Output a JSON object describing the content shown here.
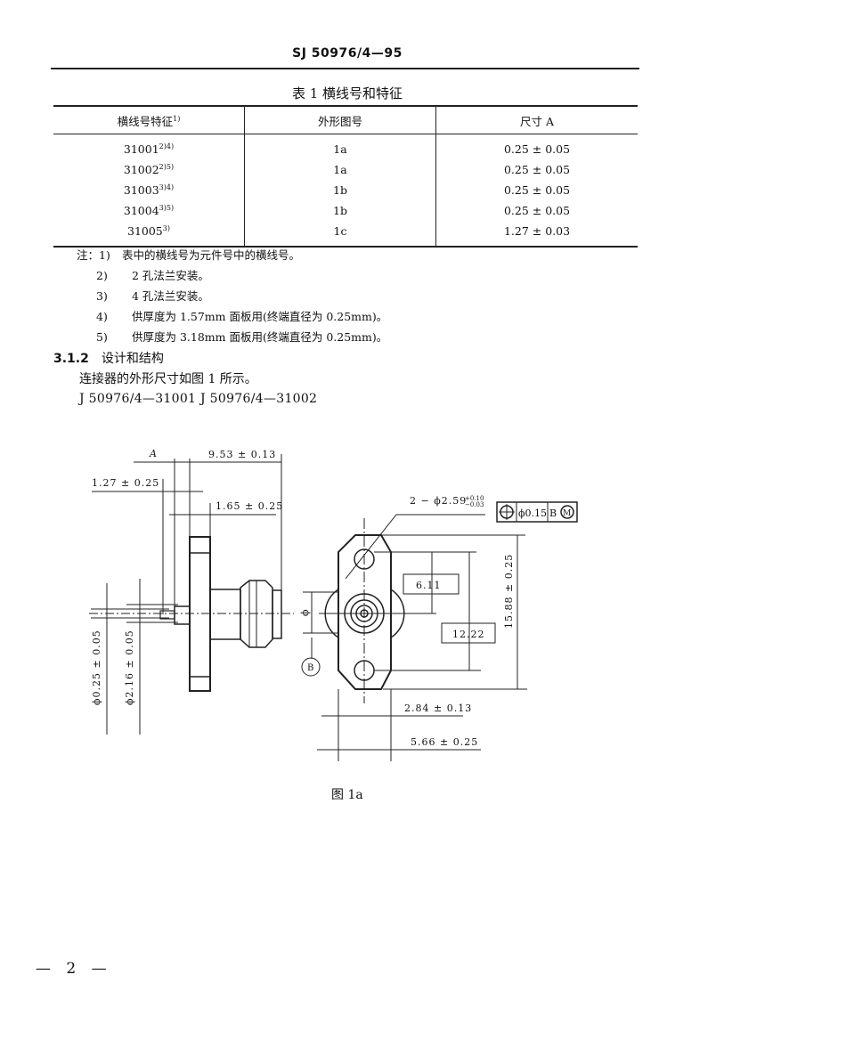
{
  "header": {
    "standard_number": "SJ 50976/4—95"
  },
  "table1": {
    "caption": "表 1   横线号和特征",
    "columns": [
      {
        "label": "横线号特征",
        "sup": "1)"
      },
      {
        "label": "外形图号",
        "sup": ""
      },
      {
        "label": "尺寸 A",
        "sup": ""
      }
    ],
    "rows": [
      {
        "code": "31001",
        "sup": "2)4)",
        "figure": "1a",
        "dim_a": "0.25 ± 0.05"
      },
      {
        "code": "31002",
        "sup": "2)5)",
        "figure": "1a",
        "dim_a": "0.25 ± 0.05"
      },
      {
        "code": "31003",
        "sup": "3)4)",
        "figure": "1b",
        "dim_a": "0.25 ± 0.05"
      },
      {
        "code": "31004",
        "sup": "3)5)",
        "figure": "1b",
        "dim_a": "0.25 ± 0.05"
      },
      {
        "code": "31005",
        "sup": "3)",
        "figure": "1c",
        "dim_a": "1.27 ± 0.03"
      }
    ]
  },
  "notes": {
    "prefix": "注：",
    "items": [
      {
        "num": "1)",
        "text": "表中的横线号为元件号中的横线号。"
      },
      {
        "num": "2)",
        "text": "2 孔法兰安装。"
      },
      {
        "num": "3)",
        "text": "4 孔法兰安装。"
      },
      {
        "num": "4)",
        "text": "供厚度为 1.57mm 面板用(终端直径为 0.25mm)。"
      },
      {
        "num": "5)",
        "text": "供厚度为 3.18mm 面板用(终端直径为 0.25mm)。"
      }
    ]
  },
  "section": {
    "number": "3.1.2",
    "title": "设计和结构",
    "paragraph": "连接器的外形尺寸如图 1 所示。",
    "part_numbers": "J 50976/4—31001    J 50976/4—31002"
  },
  "drawing": {
    "side_view_dims": {
      "a_label": "A",
      "overall_length": "9.53 ± 0.13",
      "pin_extension": "1.27 ± 0.25",
      "flange_offset": "1.65 ± 0.25",
      "pin_diameter": "ϕ0.25 ± 0.05",
      "dielectric_diameter": "ϕ2.16 ± 0.05"
    },
    "front_view_dims": {
      "hole_callout": "2 − ϕ2.59",
      "hole_tol_upper": "+0.10",
      "hole_tol_lower": "−0.03",
      "position_tolerance": "ϕ0.15",
      "datum": "B",
      "modifier": "M",
      "hole_to_center": "6.11",
      "hole_spacing": "12.22",
      "flange_height": "15.88 ± 0.25",
      "half_width": "2.84 ± 0.13",
      "flange_width": "5.66 ± 0.25",
      "phi_label": "ϕ",
      "datum_label": "B"
    },
    "figure_caption": "图 1a"
  },
  "footer": {
    "page_number": "— 2 —"
  }
}
